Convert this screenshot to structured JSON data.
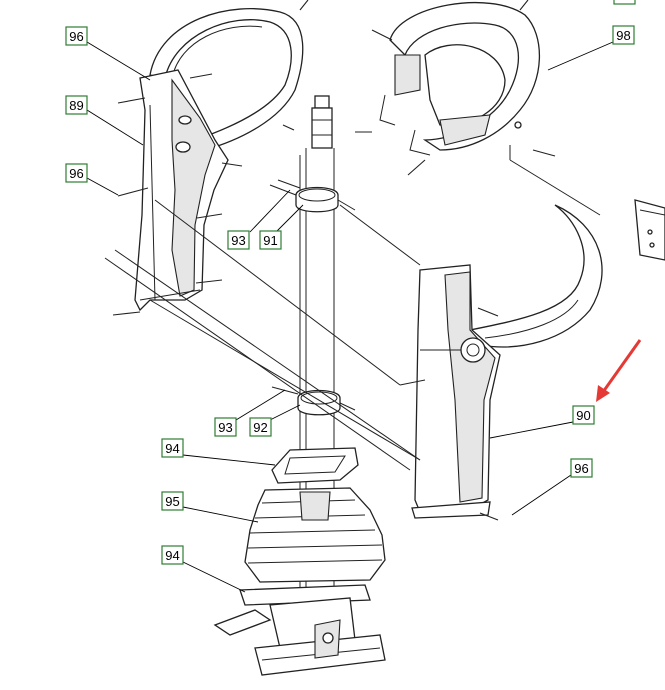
{
  "colors": {
    "callout_border": "#2e7d32",
    "arrow": "#e53935",
    "line": "#222222"
  },
  "callouts": [
    {
      "id": "c96a",
      "label": "96"
    },
    {
      "id": "c89",
      "label": "89"
    },
    {
      "id": "c96b",
      "label": "96"
    },
    {
      "id": "c93a",
      "label": "93"
    },
    {
      "id": "c91",
      "label": "91"
    },
    {
      "id": "c93b",
      "label": "93"
    },
    {
      "id": "c92",
      "label": "92"
    },
    {
      "id": "c94a",
      "label": "94"
    },
    {
      "id": "c95",
      "label": "95"
    },
    {
      "id": "c94b",
      "label": "94"
    },
    {
      "id": "c98",
      "label": "98"
    },
    {
      "id": "c90",
      "label": "90"
    },
    {
      "id": "c96c",
      "label": "96"
    }
  ],
  "icons": {
    "highlight": "red-arrow-icon"
  }
}
